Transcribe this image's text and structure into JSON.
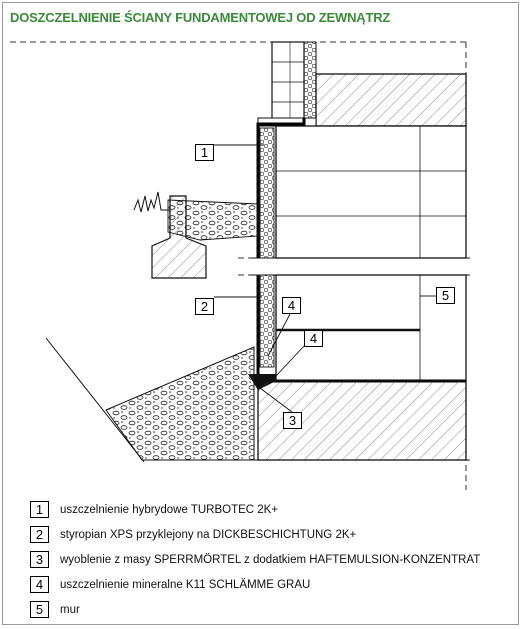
{
  "title": "DOSZCZELNIENIE ŚCIANY FUNDAMENTOWEJ OD ZEWNĄTRZ",
  "title_color": "#3a8b3a",
  "callouts": [
    "1",
    "2",
    "4",
    "4",
    "5",
    "3"
  ],
  "legend": [
    {
      "num": "1",
      "text": "uszczelnienie hybrydowe TURBOTEC 2K+"
    },
    {
      "num": "2",
      "text": "styropian XPS przyklejony na DICKBESCHICHTUNG 2K+"
    },
    {
      "num": "3",
      "text": "wyoblenie z masy SPERRMÖRTEL z dodatkiem HAFTEMULSION-KONZENTRAT"
    },
    {
      "num": "4",
      "text": "uszczelnienie mineralne K11 SCHLÄMME GRAU"
    },
    {
      "num": "5",
      "text": "mur"
    }
  ]
}
